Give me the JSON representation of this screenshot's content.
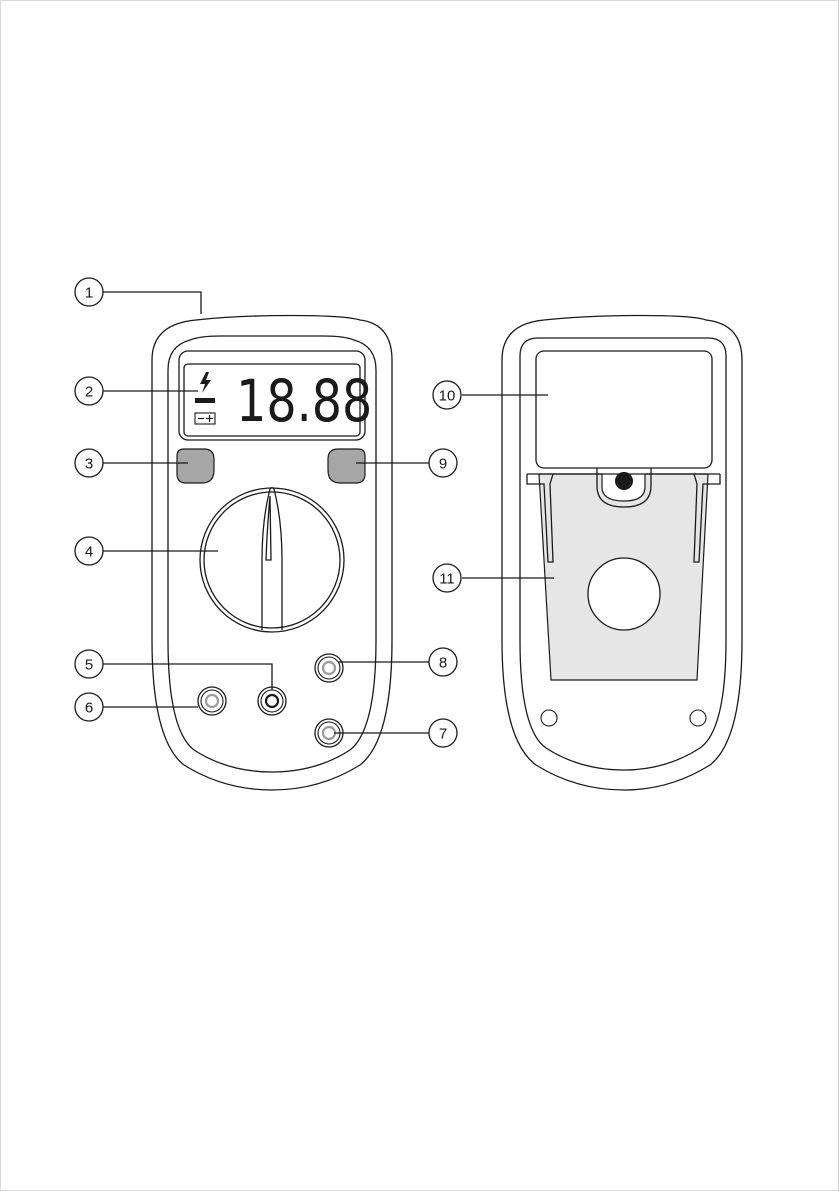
{
  "colors": {
    "line": "#1a1a1a",
    "button_fill": "#a6a6a6",
    "battery_cover_fill": "#e6e6e6",
    "jack_grey": "#9a9a9a",
    "background": "#ffffff"
  },
  "lcd": {
    "digits": "18.88",
    "icons": [
      "high-voltage-icon",
      "negative-polarity-icon",
      "low-battery-icon"
    ]
  },
  "callouts": [
    {
      "id": "1",
      "label": "1"
    },
    {
      "id": "2",
      "label": "2"
    },
    {
      "id": "3",
      "label": "3"
    },
    {
      "id": "4",
      "label": "4"
    },
    {
      "id": "5",
      "label": "5"
    },
    {
      "id": "6",
      "label": "6"
    },
    {
      "id": "7",
      "label": "7"
    },
    {
      "id": "8",
      "label": "8"
    },
    {
      "id": "9",
      "label": "9"
    },
    {
      "id": "10",
      "label": "10"
    },
    {
      "id": "11",
      "label": "11"
    }
  ]
}
